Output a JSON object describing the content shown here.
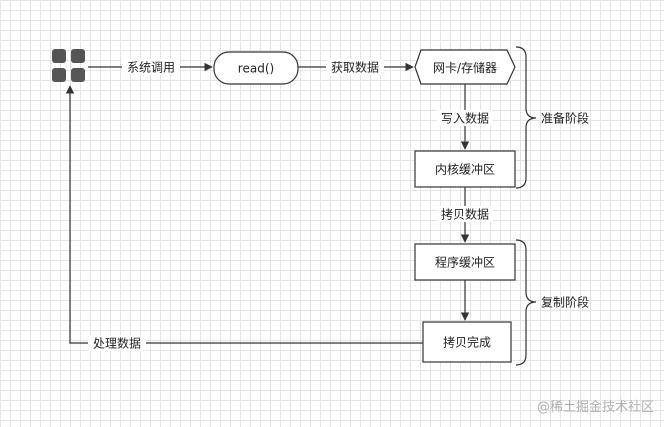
{
  "nodes": {
    "app": {
      "icon": "app-grid-icon"
    },
    "read": {
      "label": "read()"
    },
    "nic_storage": {
      "label": "网卡/存储器"
    },
    "kernel_buffer": {
      "label": "内核缓冲区"
    },
    "program_buffer": {
      "label": "程序缓冲区"
    },
    "copy_done": {
      "label": "拷贝完成"
    }
  },
  "edges": {
    "syscall": "系统调用",
    "fetch_data": "获取数据",
    "write_data": "写入数据",
    "copy_data": "拷贝数据",
    "process_data": "处理数据"
  },
  "phases": {
    "prepare": "准备阶段",
    "copy": "复制阶段"
  },
  "watermark": "@稀土掘金技术社区",
  "colors": {
    "stroke": "#333333",
    "grid": "#e4e4e4",
    "icon": "#555555",
    "watermark": "#b0b0b0"
  }
}
